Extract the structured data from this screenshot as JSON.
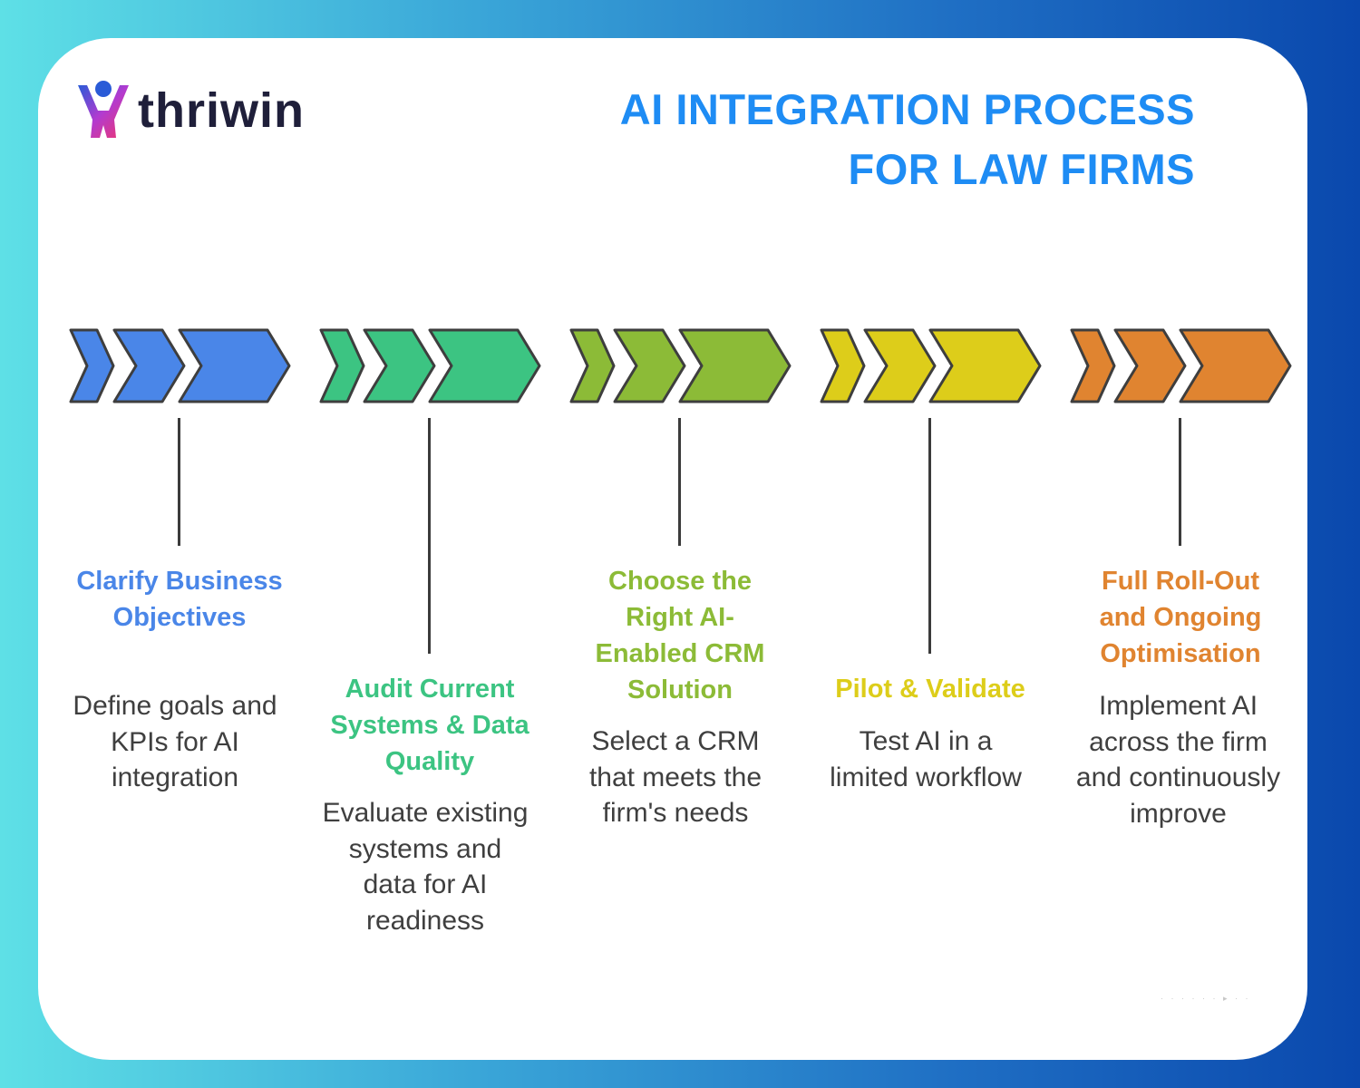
{
  "brand": {
    "logo_text": "thriwin",
    "logo_icon": "person-raising-arms-icon"
  },
  "title": {
    "line1": "AI INTEGRATION PROCESS",
    "line2": "FOR LAW FIRMS",
    "color": "#1e8cf4"
  },
  "steps": [
    {
      "color": "#4a86e8",
      "heading": "Clarify Business Objectives",
      "description": "Define goals and KPIs for AI integration"
    },
    {
      "color": "#3cc482",
      "heading": "Audit Current Systems & Data Quality",
      "description": "Evaluate existing systems and data for AI readiness"
    },
    {
      "color": "#8cbb37",
      "heading": "Choose the Right AI-Enabled CRM Solution",
      "description": "Select a CRM that meets the firm's needs"
    },
    {
      "color": "#ddcd1a",
      "heading": "Pilot & Validate",
      "description": "Test AI in a limited workflow"
    },
    {
      "color": "#e08430",
      "heading": "Full Roll-Out and Ongoing Optimisation",
      "description": "Implement AI across the firm and continuously improve"
    }
  ]
}
